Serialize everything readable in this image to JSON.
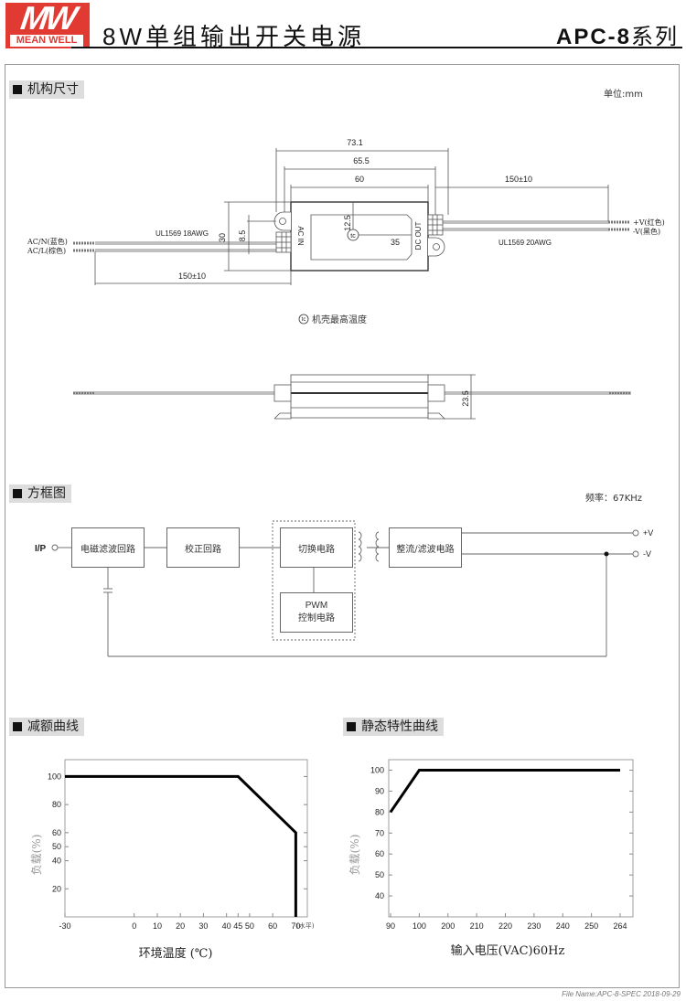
{
  "header": {
    "logo_mark": "MW",
    "logo_name": "MEAN WELL",
    "title": "8W单组输出开关电源",
    "series_code": "APC-8",
    "series_suffix": "系列",
    "brand_color": "#e03a32"
  },
  "mechanical": {
    "section_title": "机构尺寸",
    "unit_label": "单位:mm",
    "dims": {
      "overall_length": "73.1",
      "mid_length": "65.5",
      "body_length": "60",
      "output_wire_length": "150±10",
      "input_wire_length": "150±10",
      "body_height": "30",
      "mount_offset": "8.5",
      "tc_vertical": "12.5",
      "tc_horizontal": "35",
      "side_height": "23.5"
    },
    "input_wire_spec": "UL1569  18AWG",
    "output_wire_spec": "UL1569  20AWG",
    "input_leads": [
      "AC/N(蓝色)",
      "AC/L(棕色)"
    ],
    "output_leads": [
      "+V(红色)",
      "-V(黑色)"
    ],
    "label_ac_in": "AC IN",
    "label_dc_out": "DC OUT",
    "tc_symbol": "tc",
    "tc_note": "机壳最高温度"
  },
  "block_diagram": {
    "section_title": "方框图",
    "frequency_label": "频率：67KHz",
    "input_label": "I/P",
    "blocks": {
      "emi": "电磁滤波回路",
      "pfc": "校正回路",
      "switching": "切换电路",
      "pwm_line1": "PWM",
      "pwm_line2": "控制电路",
      "rectifier": "整流/滤波电路"
    },
    "outputs": [
      "+V",
      "-V"
    ]
  },
  "chart_data": [
    {
      "type": "line",
      "title": "减额曲线",
      "xlabel": "环境温度 (℃)",
      "xlabel_note": "(水平)",
      "ylabel": "负载(%)",
      "x_ticks": [
        -30,
        0,
        10,
        20,
        30,
        40,
        45,
        50,
        60,
        70
      ],
      "y_ticks": [
        20,
        40,
        50,
        60,
        80,
        100
      ],
      "xlim": [
        -30,
        75
      ],
      "ylim": [
        0,
        112
      ],
      "grid": false,
      "series": [
        {
          "name": "derating",
          "x": [
            -30,
            45,
            70,
            70
          ],
          "y": [
            100,
            100,
            60,
            0
          ]
        }
      ]
    },
    {
      "type": "line",
      "title": "静态特性曲线",
      "xlabel": "输入电压(VAC)60Hz",
      "ylabel": "负载(%)",
      "x_ticks": [
        "90",
        "100",
        "200",
        "210",
        "220",
        "230",
        "240",
        "250",
        "264"
      ],
      "y_ticks": [
        40,
        50,
        60,
        70,
        80,
        90,
        100
      ],
      "ylim": [
        30,
        105
      ],
      "grid": false,
      "series": [
        {
          "name": "static",
          "x": [
            "90",
            "100",
            "264"
          ],
          "y": [
            80,
            100,
            100
          ]
        }
      ]
    }
  ],
  "footer": {
    "file_name": "File Name:APC-8-SPEC   2018-09-29"
  }
}
